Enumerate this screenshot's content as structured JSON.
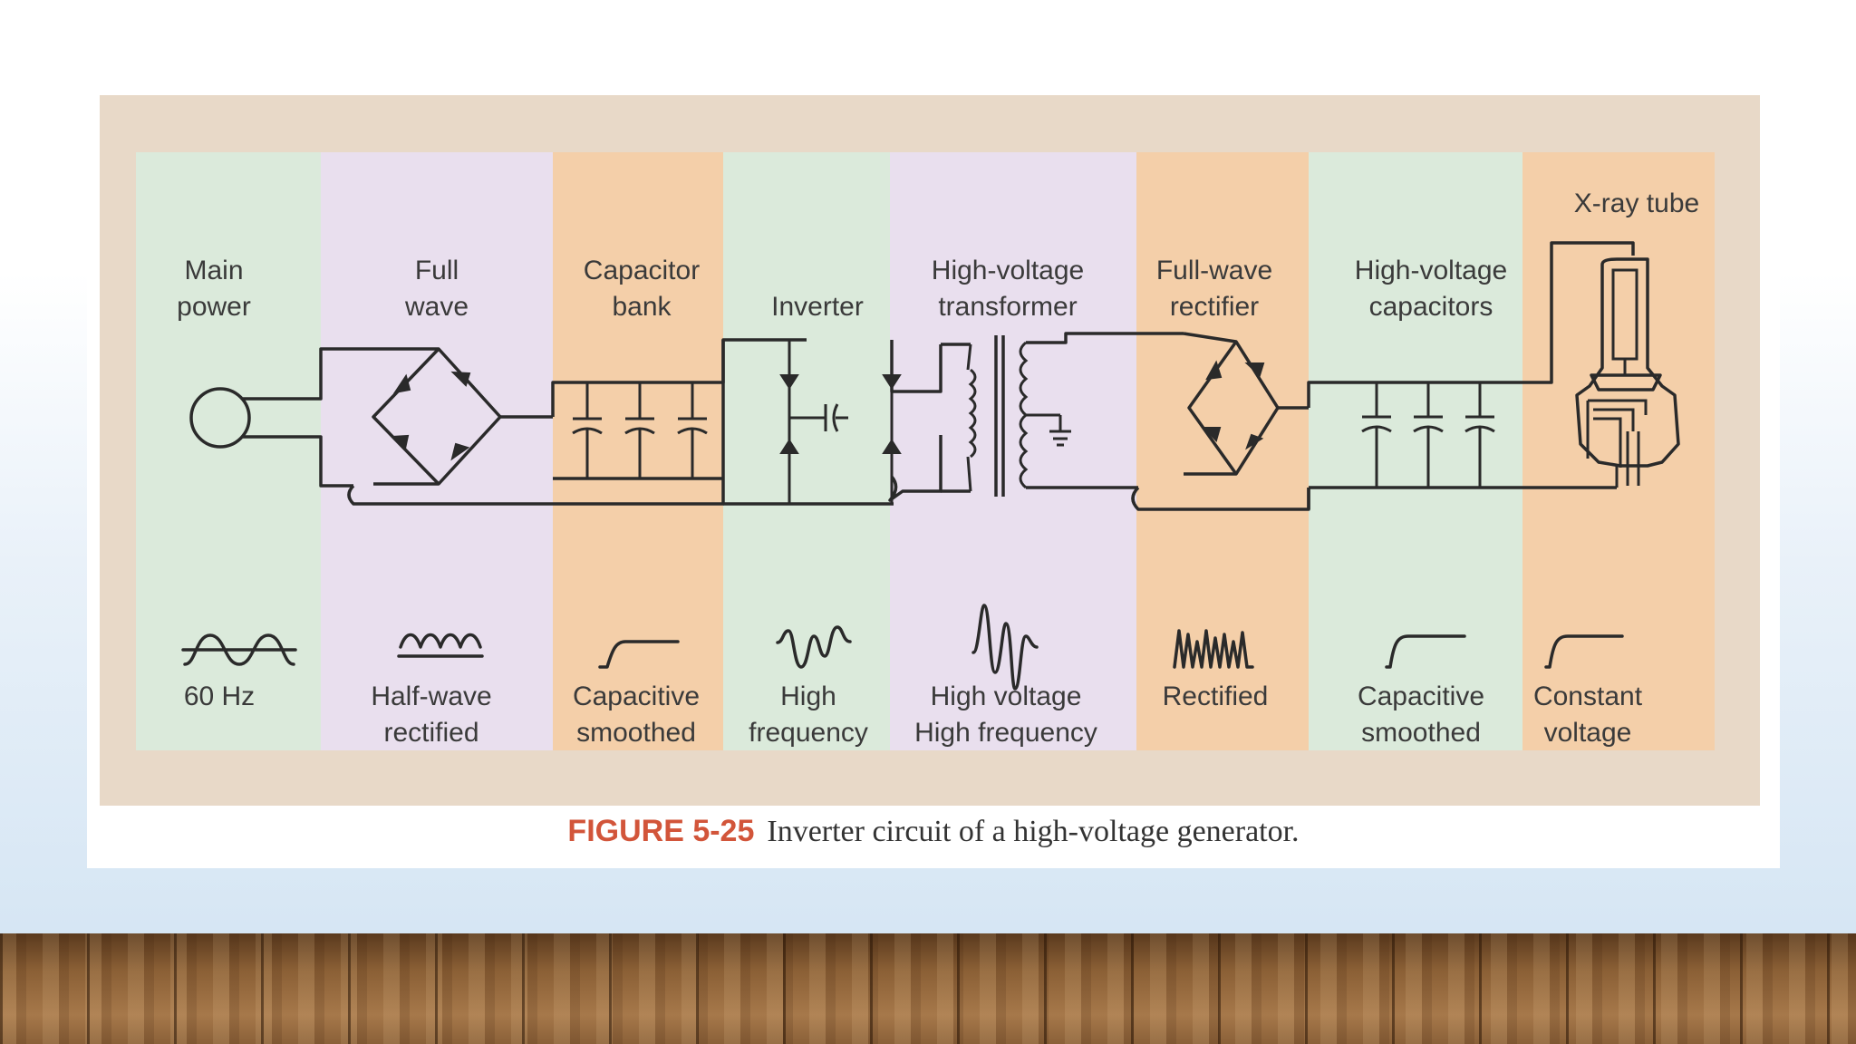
{
  "figure": {
    "number": "FIGURE 5-25",
    "caption": "Inverter circuit of a high-voltage generator."
  },
  "colors": {
    "frame": "#e8d9c8",
    "green": "#dbeadb",
    "lavender": "#e9dfee",
    "peach": "#f4cfa9",
    "caption_accent": "#d2553a"
  },
  "stages": [
    {
      "title": [
        "Main",
        "power"
      ],
      "signal": [
        "60 Hz"
      ],
      "icon": "sine-wave-icon",
      "color": "green"
    },
    {
      "title": [
        "Full",
        "wave"
      ],
      "signal": [
        "Half-wave",
        "rectified"
      ],
      "icon": "rectified-wave-icon",
      "color": "lavender"
    },
    {
      "title": [
        "Capacitor",
        "bank"
      ],
      "signal": [
        "Capacitive",
        "smoothed"
      ],
      "icon": "smoothed-step-icon",
      "color": "peach"
    },
    {
      "title": [
        "Inverter"
      ],
      "signal": [
        "High",
        "frequency"
      ],
      "icon": "high-frequency-wave-icon",
      "color": "green"
    },
    {
      "title": [
        "High-voltage",
        "transformer"
      ],
      "signal": [
        "High voltage",
        "High frequency"
      ],
      "icon": "high-voltage-wave-icon",
      "color": "lavender"
    },
    {
      "title": [
        "Full-wave",
        "rectifier"
      ],
      "signal": [
        "Rectified"
      ],
      "icon": "rectified-pulses-icon",
      "color": "peach"
    },
    {
      "title": [
        "High-voltage",
        "capacitors"
      ],
      "signal": [
        "Capacitive",
        "smoothed"
      ],
      "icon": "smoothed-step-icon",
      "color": "green"
    },
    {
      "title": [
        "X-ray tube"
      ],
      "signal": [
        "Constant",
        "voltage"
      ],
      "icon": "constant-step-icon",
      "color": "peach"
    }
  ]
}
